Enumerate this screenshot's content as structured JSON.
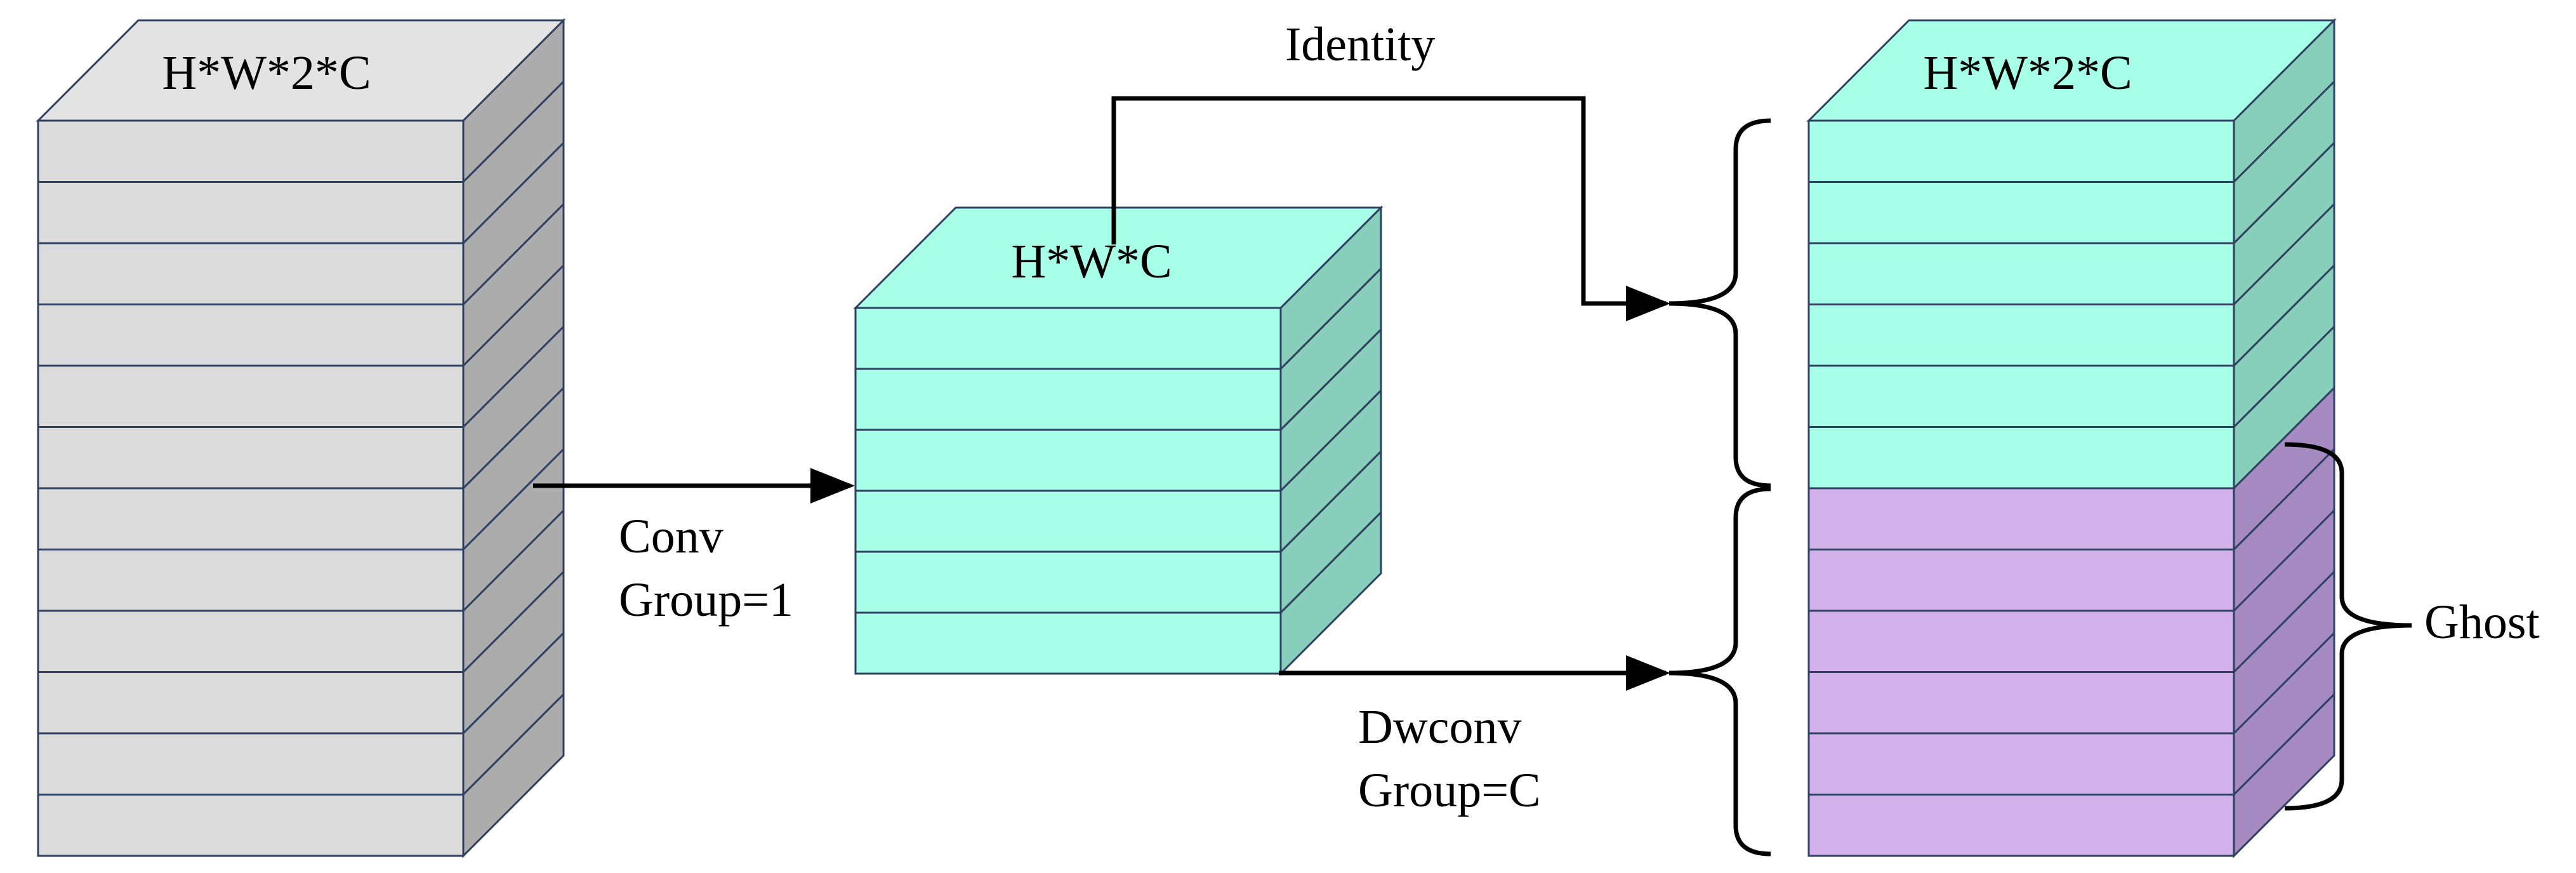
{
  "colors": {
    "input_front": "#dbdbdb",
    "input_top": "#e3e3e3",
    "input_side": "#acacac",
    "mid_front": "#a6ffe6",
    "mid_side": "#87cfba",
    "ghost_front": "#d2b1eb",
    "ghost_side": "#a68ac2",
    "stroke": "#2f4060",
    "arrow": "#000000"
  },
  "blocks": {
    "input": {
      "label": "H*W*2*C",
      "layers": 12
    },
    "intermediate": {
      "label": "H*W*C",
      "layers": 6
    },
    "output": {
      "label": "H*W*2*C",
      "identity_layers": 6,
      "ghost_layers": 6
    }
  },
  "edges": {
    "conv": {
      "line1": "Conv",
      "line2": "Group=1"
    },
    "identity": {
      "label": "Identity"
    },
    "dwconv": {
      "line1": "Dwconv",
      "line2": "Group=C"
    },
    "ghost": {
      "label": "Ghost"
    }
  }
}
